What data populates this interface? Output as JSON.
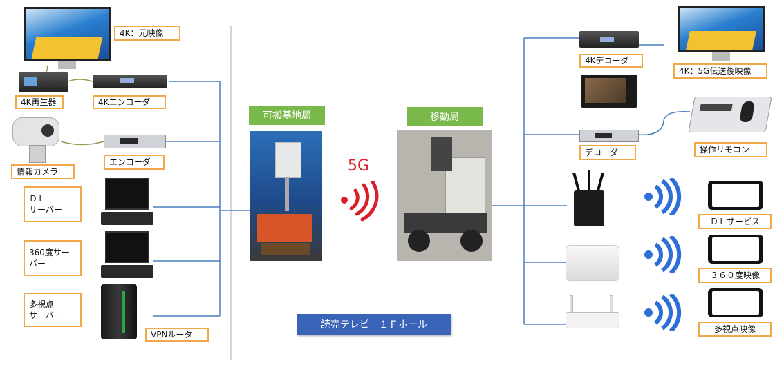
{
  "labels": {
    "original_4k": "4K：元映像",
    "player_4k": "4K再生器",
    "encoder_4k": "4Kエンコーダ",
    "info_camera": "情報カメラ",
    "encoder": "エンコーダ",
    "dl_server": "ＤＬ\nサーバー",
    "server_360": "360度サー\nバー",
    "multi_view_server": "多視点\nサーバー",
    "vpn_router": "VPNルータ",
    "decoder_4k": "4Kデコーダ",
    "after_5g_4k": "4K：5G伝送後映像",
    "decoder": "デコーダ",
    "remote_control": "操作リモコン",
    "dl_service": "ＤＬサービス",
    "video_360": "３６０度映像",
    "multi_view_video": "多視点映像"
  },
  "stations": {
    "base": "可搬基地局",
    "mobile": "移動局"
  },
  "link": {
    "label": "5G"
  },
  "venue": "読売テレビ　１Ｆホール",
  "colors": {
    "label_border": "#f0a848",
    "station_green": "#79b84a",
    "venue_blue": "#3a64b8",
    "line_blue": "#4a7fc0",
    "signal_red": "#d81f2a",
    "wifi_blue": "#2d6fd6"
  },
  "icons": [
    "tv-icon",
    "player-icon",
    "encoder-icon",
    "camera-icon",
    "laptop-icon",
    "server-tower-icon",
    "decoder-icon",
    "monitor-icon",
    "remote-icon",
    "router-icon",
    "access-point-icon",
    "wifi-icon",
    "smartphone-icon",
    "signal-icon"
  ]
}
